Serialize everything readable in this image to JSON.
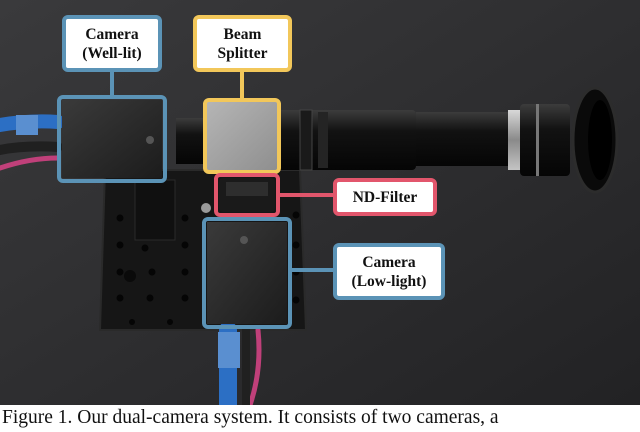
{
  "labels": {
    "camera_welllit": {
      "line1": "Camera",
      "line2": "(Well-lit)"
    },
    "beam_splitter": {
      "line1": "Beam",
      "line2": "Splitter"
    },
    "nd_filter": {
      "line1": "ND-Filter"
    },
    "camera_lowlight": {
      "line1": "Camera",
      "line2": "(Low-light)"
    }
  },
  "caption": "Figure 1. Our dual-camera system. It consists of two cameras, a",
  "colors": {
    "camera_outline": "#5b93b6",
    "splitter_outline": "#f2c75a",
    "filter_outline": "#e2566c"
  }
}
